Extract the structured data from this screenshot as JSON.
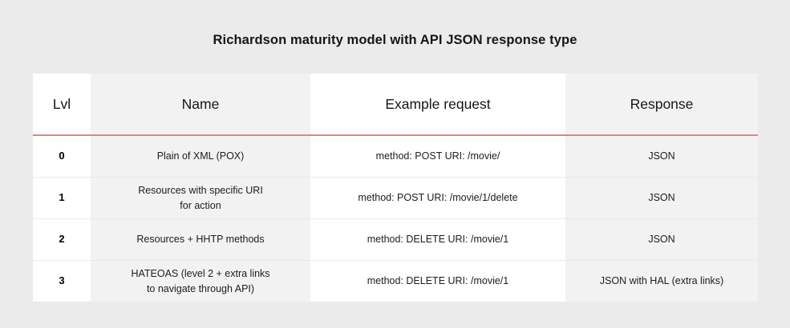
{
  "page": {
    "background_color": "#ebebeb",
    "title": "Richardson maturity model with API JSON response type"
  },
  "table": {
    "header_rule_color": "#e0857d",
    "row_divider_color": "#e9e9e9",
    "tint_color": "#f2f2f2",
    "columns": [
      {
        "key": "lvl",
        "label": "Lvl"
      },
      {
        "key": "name",
        "label": "Name"
      },
      {
        "key": "req",
        "label": "Example request"
      },
      {
        "key": "resp",
        "label": "Response"
      }
    ],
    "rows": [
      {
        "lvl": "0",
        "name_line1": "Plain of XML (POX)",
        "name_line2": "",
        "req": "method: POST URI: /movie/",
        "resp": "JSON"
      },
      {
        "lvl": "1",
        "name_line1": "Resources with specific URI",
        "name_line2": "for action",
        "req": "method: POST URI: /movie/1/delete",
        "resp": "JSON"
      },
      {
        "lvl": "2",
        "name_line1": "Resources + HHTP methods",
        "name_line2": "",
        "req": "method: DELETE URI: /movie/1",
        "resp": "JSON"
      },
      {
        "lvl": "3",
        "name_line1": "HATEOAS (level 2 + extra links",
        "name_line2": "to navigate through API)",
        "req": "method: DELETE URI: /movie/1",
        "resp": "JSON with HAL (extra links)"
      }
    ]
  }
}
